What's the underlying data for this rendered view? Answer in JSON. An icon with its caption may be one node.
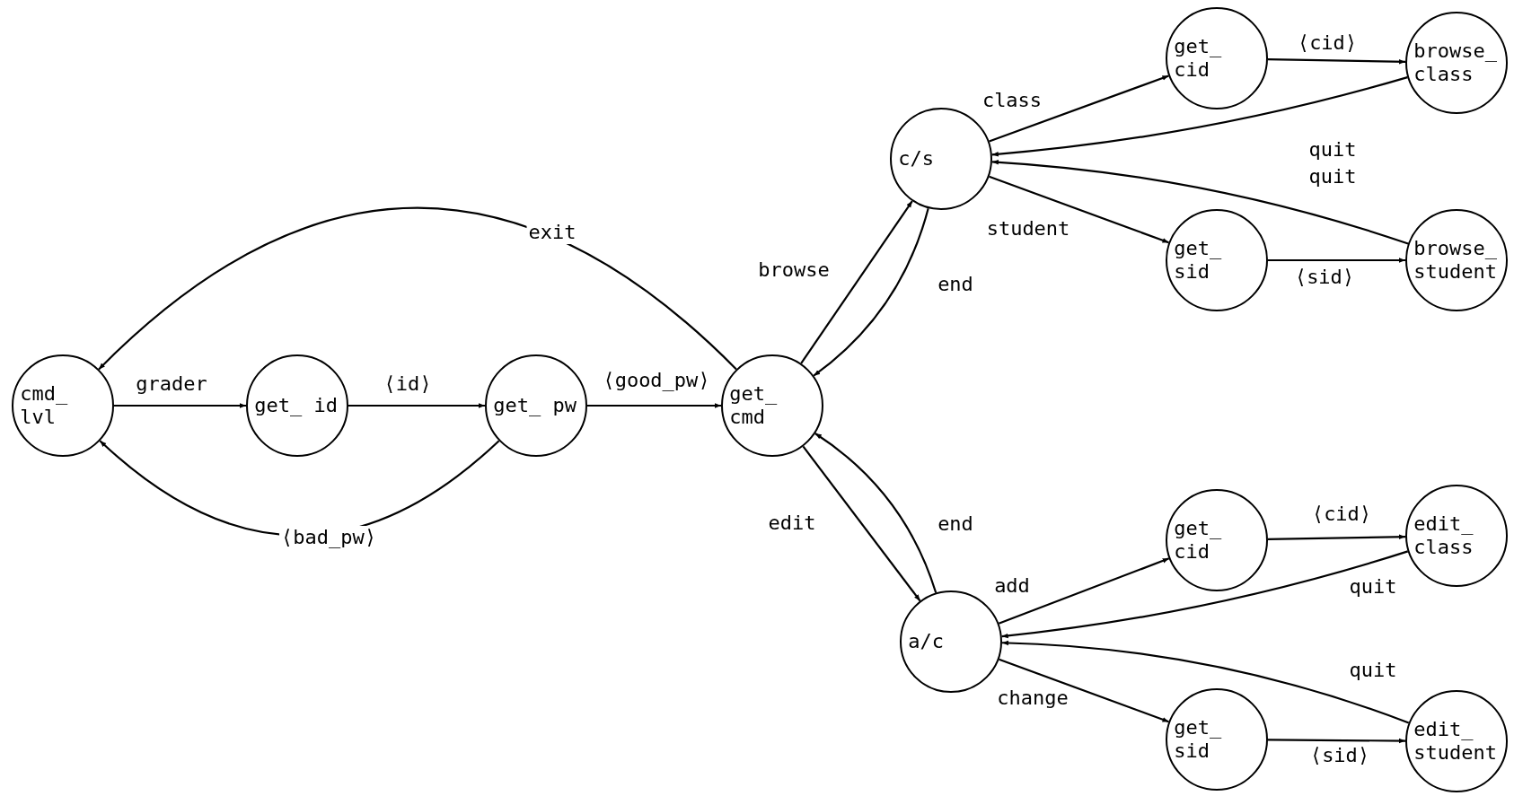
{
  "diagram": {
    "nodes": [
      {
        "text": [
          "cmd_ lvl"
        ]
      },
      {
        "text": [
          "get_ id"
        ]
      },
      {
        "text": [
          "get_ pw"
        ]
      },
      {
        "text": [
          "get_ cmd"
        ]
      },
      {
        "text": [
          "c/s"
        ]
      },
      {
        "text": [
          "a/c"
        ]
      },
      {
        "text": [
          "get_ cid"
        ]
      },
      {
        "text": [
          "browse_ class"
        ]
      },
      {
        "text": [
          "get_ sid"
        ]
      },
      {
        "text": [
          "browse_ student"
        ]
      },
      {
        "text": [
          "get_ cid"
        ]
      },
      {
        "text": [
          "edit_ class"
        ]
      },
      {
        "text": [
          "get_ sid"
        ]
      },
      {
        "text": [
          "edit_ student"
        ]
      }
    ],
    "edges": [
      {
        "from": 0,
        "to": 1,
        "arrow": "to",
        "label": "grader"
      },
      {
        "from": 1,
        "to": 2,
        "arrow": "to",
        "label": "⟨id⟩"
      },
      {
        "from": 2,
        "to": 3,
        "arrow": "to",
        "label": "⟨good_pw⟩"
      },
      {
        "from": 2,
        "to": 0,
        "arrow": "to",
        "label": "⟨bad_pw⟩"
      },
      {
        "from": 3,
        "to": 0,
        "arrow": "to",
        "label": "exit"
      },
      {
        "from": 3,
        "to": 4,
        "arrow": "to",
        "label": "browse"
      },
      {
        "from": 4,
        "to": 3,
        "arrow": "to",
        "label": "end"
      },
      {
        "from": 3,
        "to": 5,
        "arrow": "to",
        "label": "edit"
      },
      {
        "from": 5,
        "to": 3,
        "arrow": "to",
        "label": "end"
      },
      {
        "from": 4,
        "to": 6,
        "arrow": "to",
        "label": "class"
      },
      {
        "from": 6,
        "to": 7,
        "arrow": "to",
        "label": "⟨cid⟩"
      },
      {
        "from": 7,
        "to": 4,
        "arrow": "to",
        "label": "quit"
      },
      {
        "from": 4,
        "to": 8,
        "arrow": "to",
        "label": "student"
      },
      {
        "from": 8,
        "to": 9,
        "arrow": "to",
        "label": "⟨sid⟩"
      },
      {
        "from": 9,
        "to": 4,
        "arrow": "to",
        "label": "quit"
      },
      {
        "from": 5,
        "to": 10,
        "arrow": "to",
        "label": "add"
      },
      {
        "from": 10,
        "to": 11,
        "arrow": "to",
        "label": "⟨cid⟩"
      },
      {
        "from": 11,
        "to": 5,
        "arrow": "to",
        "label": "quit"
      },
      {
        "from": 5,
        "to": 12,
        "arrow": "to",
        "label": "change"
      },
      {
        "from": 12,
        "to": 13,
        "arrow": "to",
        "label": "⟨sid⟩"
      },
      {
        "from": 13,
        "to": 5,
        "arrow": "to",
        "label": "quit"
      }
    ]
  }
}
